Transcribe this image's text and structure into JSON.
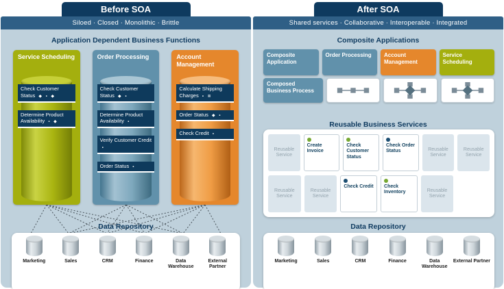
{
  "palette": {
    "header_navy": "#0e3a5f",
    "subheader_blue": "#2f5f86",
    "panel_background": "#bfd1dc",
    "olive": "#a4af0e",
    "steel_blue": "#6191ab",
    "orange": "#e5872c",
    "function_strip_navy": "#0e3a5c",
    "green_dot": "#76a832",
    "navy_dot": "#1c4e72"
  },
  "left": {
    "title": "Before SOA",
    "subtitle": "Siloed · Closed · Monolithic · Brittle",
    "section_title": "Application Dependent Business Functions",
    "silos": [
      {
        "name": "Service Scheduling",
        "items": [
          {
            "label": "Check Customer Status",
            "icons": "◆ ▪ ◆"
          },
          {
            "label": "Determine Product Availability",
            "icons": "▪ ◆"
          }
        ]
      },
      {
        "name": "Order Processing",
        "items": [
          {
            "label": "Check Customer Status",
            "icons": "◆ ▪"
          },
          {
            "label": "Determine Product Availability",
            "icons": "▪"
          },
          {
            "label": "Verify Customer Credit",
            "icons": "▪"
          },
          {
            "label": "Order Status",
            "icons": "▪"
          }
        ]
      },
      {
        "name": "Account Management",
        "items": [
          {
            "label": "Calculate Shipping Charges",
            "icons": "▪ ≣"
          },
          {
            "label": "Order Status",
            "icons": "◆ ▪"
          },
          {
            "label": "Check Credit",
            "icons": "▪"
          }
        ]
      }
    ],
    "repo_title": "Data Repository",
    "databases": [
      "Marketing",
      "Sales",
      "CRM",
      "Finance",
      "Data Warehouse",
      "External Partner"
    ]
  },
  "right": {
    "title": "After SOA",
    "subtitle": "Shared services · Collaborative · Interoperable · Integrated",
    "composite_title": "Composite Applications",
    "apps": [
      {
        "label": "Composite Application"
      },
      {
        "label": "Order Processing"
      },
      {
        "label": "Account Management"
      },
      {
        "label": "Service Scheduling"
      }
    ],
    "process_label": "Composed Business Process",
    "services_title": "Reusable Business Services",
    "services_row1": [
      {
        "label": "Reusable Service",
        "type": "placeholder"
      },
      {
        "label": "Create Invoice",
        "type": "named",
        "dot": "#76a832"
      },
      {
        "label": "Check Customer Status",
        "type": "named",
        "dot": "#76a832"
      },
      {
        "label": "Check Order Status",
        "type": "named",
        "dot": "#1c4e72"
      },
      {
        "label": "Reusable Service",
        "type": "placeholder"
      },
      {
        "label": "Reusable Service",
        "type": "placeholder"
      }
    ],
    "services_row2": [
      {
        "label": "Reusable Service",
        "type": "placeholder"
      },
      {
        "label": "Reusable Service",
        "type": "placeholder"
      },
      {
        "label": "Check Credit",
        "type": "named",
        "dot": "#1c4e72"
      },
      {
        "label": "Check Inventory",
        "type": "named",
        "dot": "#76a832"
      },
      {
        "label": "Reusable Service",
        "type": "placeholder"
      }
    ],
    "repo_title": "Data Repository",
    "databases": [
      "Marketing",
      "Sales",
      "CRM",
      "Finance",
      "Data Warehouse",
      "External Partner"
    ]
  }
}
